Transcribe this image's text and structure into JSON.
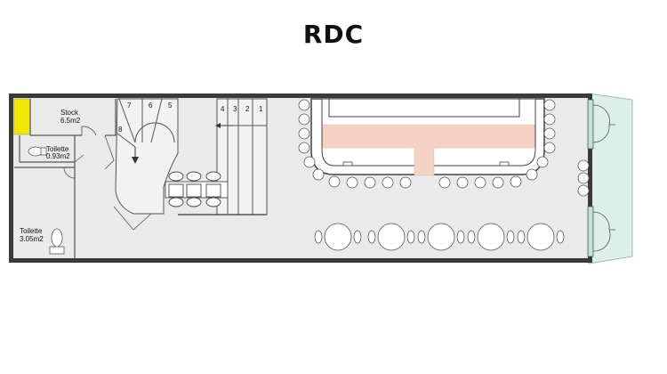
{
  "title": "RDC",
  "rooms": {
    "stock": {
      "name": "Stock",
      "area": "6.5m2"
    },
    "toilet_small": {
      "name": "Toilette",
      "area": "0.93m2"
    },
    "toilet_large": {
      "name": "Toilette",
      "area": "3.05m2"
    }
  },
  "stair_steps": [
    "1",
    "2",
    "3",
    "4",
    "5",
    "6",
    "7",
    "8"
  ],
  "colors": {
    "floor": "#eaeaea",
    "wall": "#3a3a3a",
    "bar_counter": "#f4d3c4",
    "storage_accent": "#f3e600",
    "terrace": "#dcefe9",
    "terrace_glass": "#bfe3d8"
  }
}
